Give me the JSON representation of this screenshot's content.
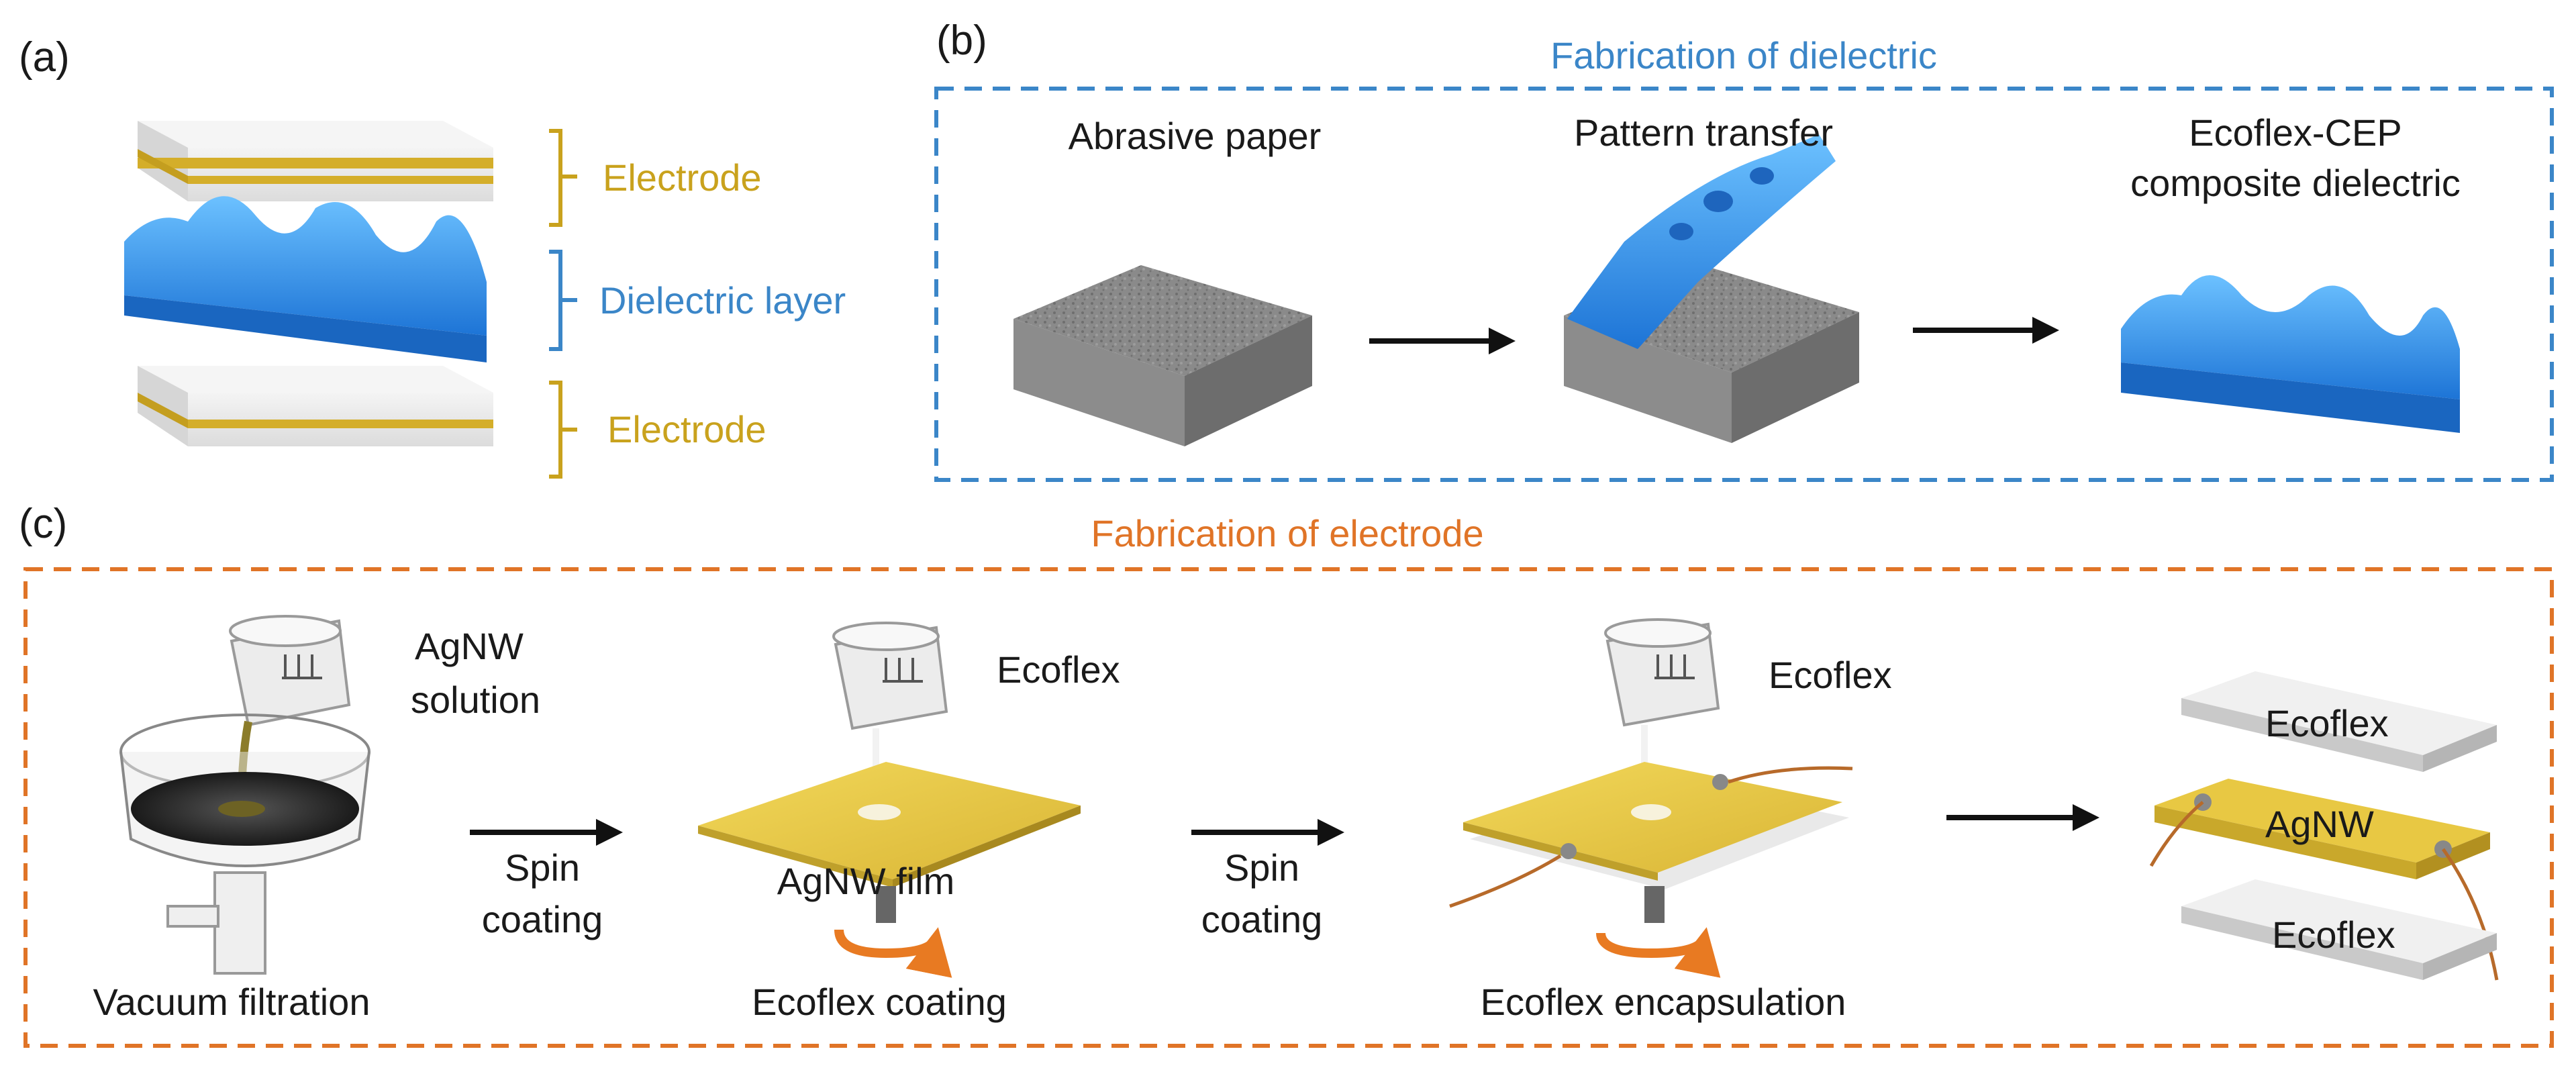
{
  "panels": {
    "a": "(a)",
    "b": "(b)",
    "c": "(c)"
  },
  "panel_a": {
    "top_label": "Electrode",
    "middle_label": "Dielectric layer",
    "bottom_label": "Electrode"
  },
  "panel_b": {
    "box_title": "Fabrication of dielectric",
    "step1": "Abrasive paper",
    "step2": "Pattern transfer",
    "step3_line1": "Ecoflex-CEP",
    "step3_line2": "composite dielectric"
  },
  "panel_c": {
    "box_title": "Fabrication of electrode",
    "agnw_solution_line1": "AgNW",
    "agnw_solution_line2": "solution",
    "vacuum_filtration": "Vacuum filtration",
    "spin1_line1": "Spin",
    "spin1_line2": "coating",
    "ecoflex_pour1": "Ecoflex",
    "agnw_film": "AgNW film",
    "ecoflex_coating": "Ecoflex coating",
    "spin2_line1": "Spin",
    "spin2_line2": "coating",
    "ecoflex_pour2": "Ecoflex",
    "ecoflex_encapsulation": "Ecoflex encapsulation",
    "stack_top": "Ecoflex",
    "stack_middle": "AgNW",
    "stack_bottom": "Ecoflex"
  },
  "colors": {
    "electrode_gold": "#c9a21d",
    "dielectric_blue": "#3b86c8",
    "electrode_orange": "#e07427",
    "sheet_gray": "#e6e6e6",
    "abrasive_gray": "#7a7a7a",
    "film_yellow": "#e8c843"
  }
}
